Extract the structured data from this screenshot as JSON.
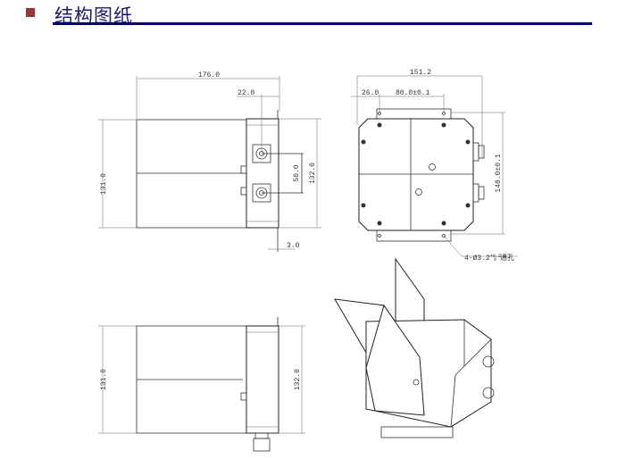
{
  "header": {
    "title": "结构图纸"
  },
  "front_view": {
    "width": "176.0",
    "offset": "22.0",
    "height": "131.0",
    "spacing": "50.0",
    "panel_height": "132.0",
    "thickness": "3.0"
  },
  "right_view": {
    "width": "151.2",
    "edge": "26.0",
    "hole_spacing": "80.0±0.1",
    "height": "148.0±0.1",
    "holes": "4-Ø3.2",
    "tol_upper": "+0.2",
    "tol_lower": "0",
    "hole_type": "通孔"
  },
  "bottom_view": {
    "height": "131.0",
    "panel_height": "132.0"
  }
}
